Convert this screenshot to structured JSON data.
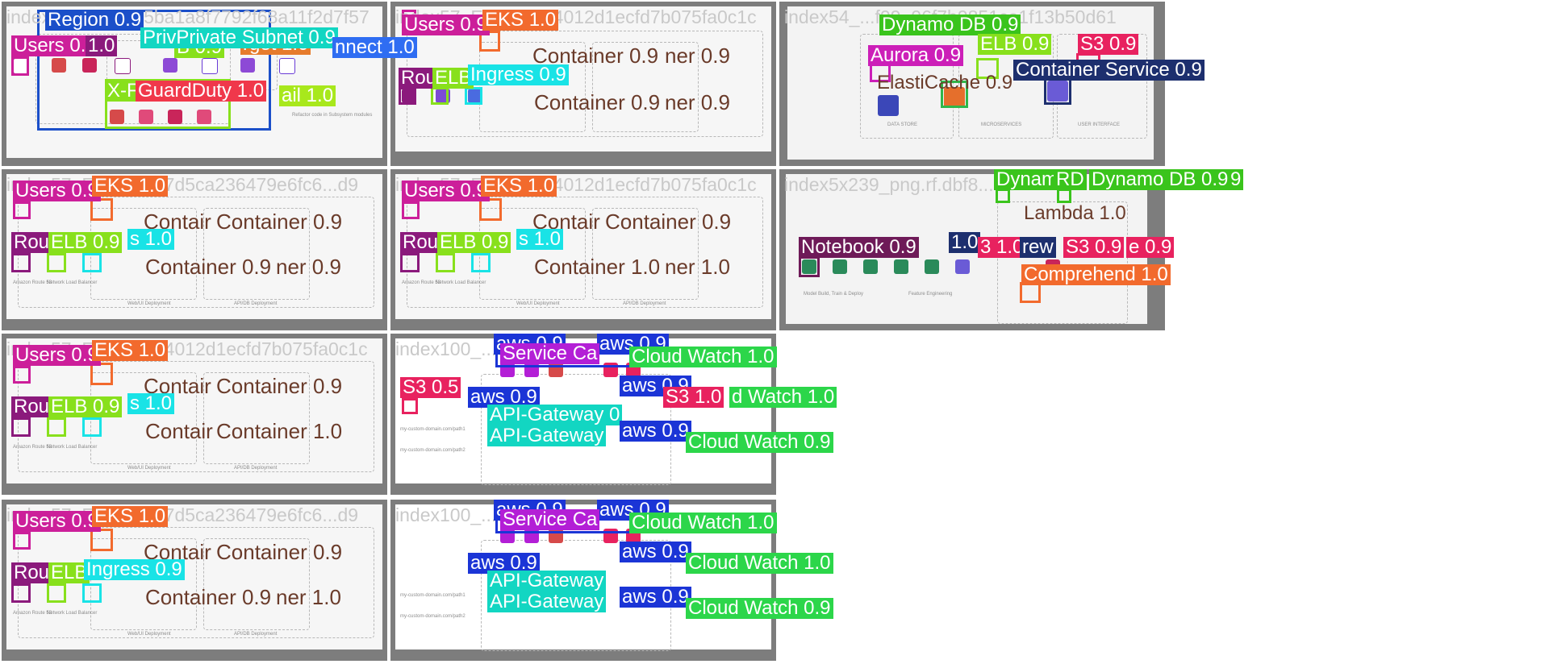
{
  "tiles": [
    {
      "title": "index_region_db5ba1a8f7792f68a11f2d7f57"
    },
    {
      "title": "index57_EKS_1cfb4012d1ecfd7b075fa0c1c"
    },
    {
      "title": "index54_...f09_06f7b9851ce1f13b50d61"
    },
    {
      "title": "index57_EKS_fc317d5ca236479e6fc6...d9"
    },
    {
      "title": "index57_EKS_1cfb4012d1ecfd7b075fa0c1c"
    },
    {
      "title": "index5x239_png.rf.dbf8..."
    },
    {
      "title": "index57_EKS_1cfb4012d1ecfd7b075fa0c1c"
    },
    {
      "title": "index100_...07489"
    },
    {
      "title": "index57_EKS_fc317d5ca236479e6fc6...d9"
    },
    {
      "title": "index100_...d095"
    }
  ],
  "detections": {
    "t1": [
      {
        "text": "Region 0.9",
        "color": "#1b4fc9"
      },
      {
        "text": "Users 0.9",
        "color": "#cc1f9a"
      },
      {
        "text": "1.0",
        "color": "#8b1a7c"
      },
      {
        "text": "PrivPrivate Subnet 0.9",
        "color": "#12d6c2"
      },
      {
        "text": "nnect 1.0",
        "color": "#2f6df2"
      },
      {
        "text": "X-F",
        "color": "#88e01c"
      },
      {
        "text": "GuardDuty 1.0",
        "color": "#f0384b"
      },
      {
        "text": "ail 1.0",
        "color": "#a8e81c"
      },
      {
        "text": "B 0.9",
        "color": "#88e01c"
      },
      {
        "text": "rget 1.0",
        "color": "#e67b2c"
      }
    ],
    "t2": [
      {
        "text": "Users 0.9",
        "color": "#cc1f9a"
      },
      {
        "text": "EKS 1.0",
        "color": "#f26a2d"
      },
      {
        "text": "Rou",
        "color": "#8b1a7c"
      },
      {
        "text": "ELB",
        "color": "#88e01c"
      },
      {
        "text": "Ingress 0.9",
        "color": "#19e3e6"
      }
    ],
    "t3": [
      {
        "text": "Dynamo DB 0.9",
        "color": "#3ac41c"
      },
      {
        "text": "Aurora 0.9",
        "color": "#cc1fb8"
      },
      {
        "text": "ELB 0.9",
        "color": "#88e01c"
      },
      {
        "text": "S3 0.9",
        "color": "#e8225f"
      },
      {
        "text": "ElastiCache 0.9",
        "color": "#2fb74a"
      },
      {
        "text": "Container Service 0.9",
        "color": "#1d2f6e"
      }
    ],
    "t4": [
      {
        "text": "Users 0.9",
        "color": "#cc1f9a"
      },
      {
        "text": "EKS 1.0",
        "color": "#f26a2d"
      },
      {
        "text": "Rou",
        "color": "#8b1a7c"
      },
      {
        "text": "ELB 0.9",
        "color": "#88e01c"
      },
      {
        "text": "s 1.0",
        "color": "#19e3e6"
      }
    ],
    "t5": [
      {
        "text": "Users 0.9",
        "color": "#cc1f9a"
      },
      {
        "text": "EKS 1.0",
        "color": "#f26a2d"
      },
      {
        "text": "Rou",
        "color": "#8b1a7c"
      },
      {
        "text": "ELB 0.9",
        "color": "#88e01c"
      },
      {
        "text": "s 1.0",
        "color": "#19e3e6"
      }
    ],
    "t6": [
      {
        "text": "Dynam",
        "color": "#3ac41c"
      },
      {
        "text": "RD",
        "color": "#3ac41c"
      },
      {
        "text": "Dynamo DB 0.9",
        "color": "#3ac41c"
      },
      {
        "text": "9",
        "color": "#3ac41c"
      },
      {
        "text": "Lambda 1.0",
        "color": "#f26a2d"
      },
      {
        "text": "Notebook 0.9",
        "color": "#6e1a58"
      },
      {
        "text": "1.0",
        "color": "#1d2f6e"
      },
      {
        "text": "3 1.0",
        "color": "#e8225f"
      },
      {
        "text": "rew",
        "color": "#1d2f6e"
      },
      {
        "text": "S3 0.9",
        "color": "#e8225f"
      },
      {
        "text": "e 0.9",
        "color": "#e8225f"
      },
      {
        "text": "Comprehend 1.0",
        "color": "#f26a2d"
      }
    ],
    "t7": [
      {
        "text": "Users 0.9",
        "color": "#cc1f9a"
      },
      {
        "text": "EKS 1.0",
        "color": "#f26a2d"
      },
      {
        "text": "Rou",
        "color": "#8b1a7c"
      },
      {
        "text": "ELB 0.9",
        "color": "#88e01c"
      },
      {
        "text": "s 1.0",
        "color": "#19e3e6"
      }
    ],
    "t8": [
      {
        "text": "aws 0.9",
        "color": "#1b35d6"
      },
      {
        "text": "aws 0.9",
        "color": "#1b35d6"
      },
      {
        "text": "Service Ca",
        "color": "#b31fd6"
      },
      {
        "text": "Cloud Watch 1.0",
        "color": "#2cd64a"
      },
      {
        "text": "S3 0.5",
        "color": "#e8225f"
      },
      {
        "text": "aws 0.9",
        "color": "#1b35d6"
      },
      {
        "text": "aws 0.9",
        "color": "#1b35d6"
      },
      {
        "text": "S3 1.0",
        "color": "#e8225f"
      },
      {
        "text": "d Watch 1.0",
        "color": "#2cd64a"
      },
      {
        "text": "API-Gateway 0",
        "color": "#12d6c2"
      },
      {
        "text": "API-Gateway",
        "color": "#12d6c2"
      },
      {
        "text": "aws 0.9",
        "color": "#1b35d6"
      },
      {
        "text": "Cloud Watch 0.9",
        "color": "#2cd64a"
      }
    ],
    "t9": [
      {
        "text": "Users 0.9",
        "color": "#cc1f9a"
      },
      {
        "text": "EKS 1.0",
        "color": "#f26a2d"
      },
      {
        "text": "Rou",
        "color": "#8b1a7c"
      },
      {
        "text": "ELB",
        "color": "#88e01c"
      },
      {
        "text": "Ingress 0.9",
        "color": "#19e3e6"
      }
    ],
    "t10": [
      {
        "text": "aws 0.9",
        "color": "#1b35d6"
      },
      {
        "text": "aws 0.9",
        "color": "#1b35d6"
      },
      {
        "text": "Service Ca",
        "color": "#b31fd6"
      },
      {
        "text": "Cloud Watch 1.0",
        "color": "#2cd64a"
      },
      {
        "text": "aws 0.9",
        "color": "#1b35d6"
      },
      {
        "text": "aws 0.9",
        "color": "#1b35d6"
      },
      {
        "text": "Cloud Watch 1.0",
        "color": "#2cd64a"
      },
      {
        "text": "API-Gateway",
        "color": "#12d6c2"
      },
      {
        "text": "API-Gateway",
        "color": "#12d6c2"
      },
      {
        "text": "aws 0.9",
        "color": "#1b35d6"
      },
      {
        "text": "Cloud Watch 0.9",
        "color": "#2cd64a"
      }
    ]
  },
  "ghost_text": {
    "t2": [
      "Container 0.9",
      "ner 0.9",
      "Container 0.9",
      "ner 0.9"
    ],
    "t4": [
      "Contair",
      "Container 0.9",
      "Container 0.9",
      "ner 0.9"
    ],
    "t5": [
      "Contair",
      "Container 0.9",
      "Container 1.0",
      "ner 1.0"
    ],
    "t7": [
      "Contair",
      "Container 0.9",
      "Contair",
      "Container 1.0"
    ],
    "t9": [
      "Contair",
      "Container 0.9",
      "Container 0.9",
      "ner 1.0"
    ]
  }
}
